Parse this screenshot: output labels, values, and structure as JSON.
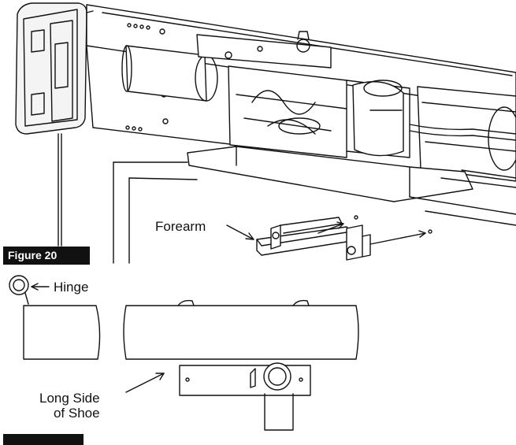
{
  "figure_top": {
    "tag": "Figure 20",
    "callouts": {
      "forearm": "Forearm"
    }
  },
  "figure_bottom": {
    "callouts": {
      "hinge": "Hinge",
      "shoe_line1": "Long Side",
      "shoe_line2": "of Shoe"
    }
  },
  "colors": {
    "line": "#111111",
    "tag_background": "#111111",
    "tag_text": "#ffffff",
    "shade": "#d9d9d9"
  }
}
